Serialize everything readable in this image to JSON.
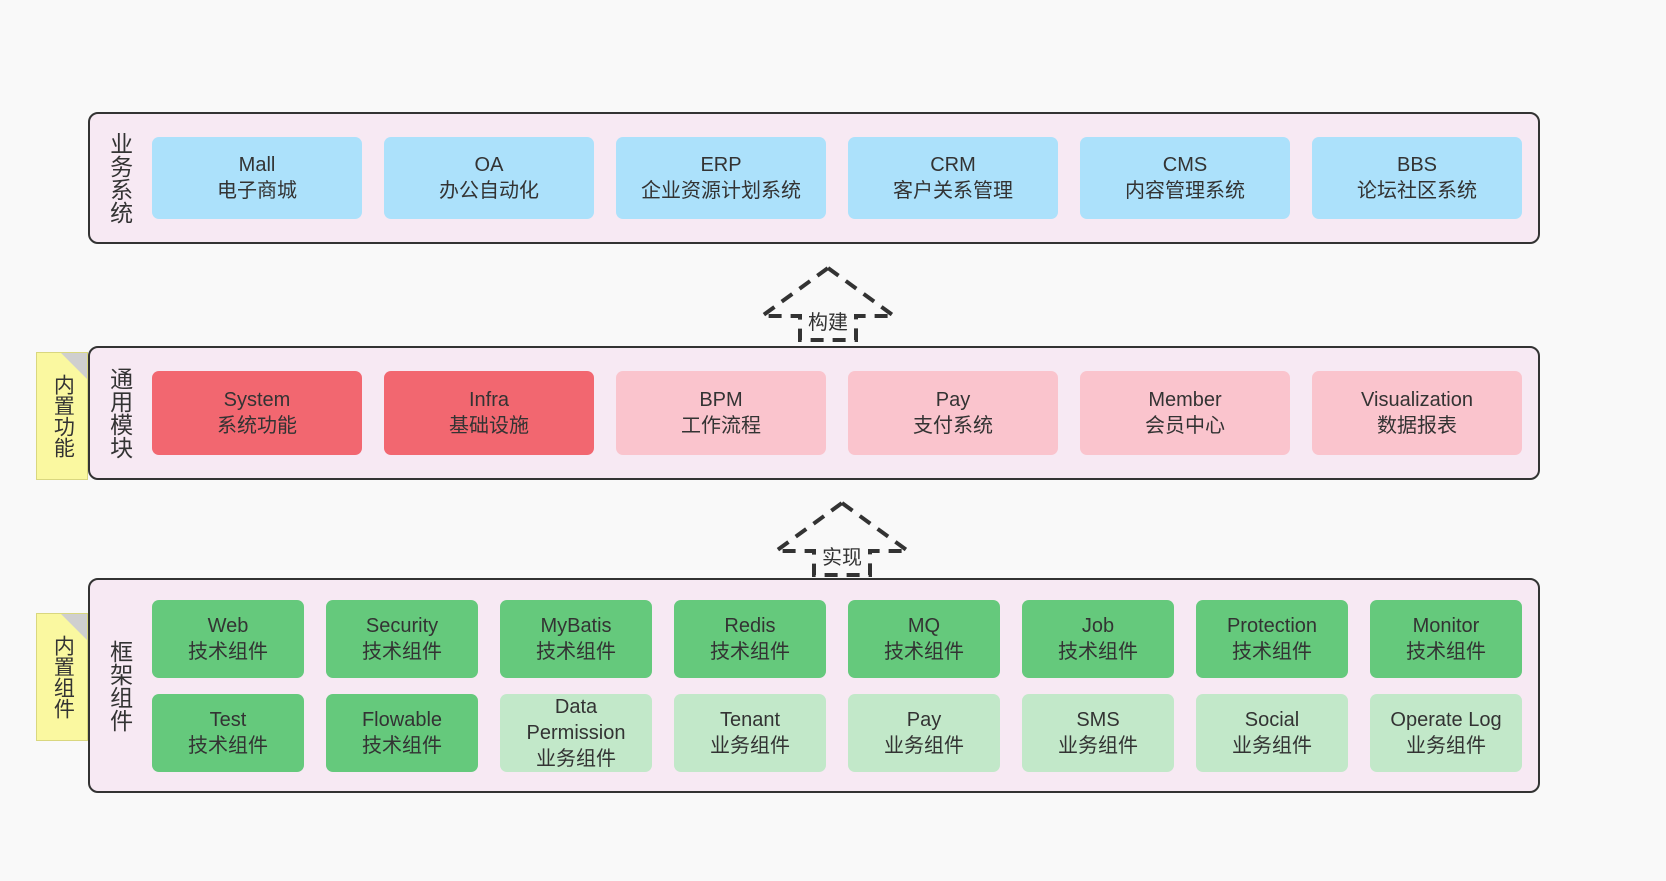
{
  "diagram": {
    "background_color": "#f9f9f9",
    "layer_fill": "#f7e9f3",
    "layer_border": "#333333",
    "colors": {
      "business": "#ace1fb",
      "module_core": "#f26770",
      "module_ext": "#fac4cd",
      "tech_component": "#65c97c",
      "biz_component": "#c2e8c9",
      "note": "#faf8a0"
    }
  },
  "layers": [
    {
      "id": "business-system",
      "label": "业务系统",
      "rows": [
        {
          "boxes": [
            {
              "name": "Mall",
              "sub": "电子商城",
              "color": "c-blue"
            },
            {
              "name": "OA",
              "sub": "办公自动化",
              "color": "c-blue"
            },
            {
              "name": "ERP",
              "sub": "企业资源计划系统",
              "color": "c-blue"
            },
            {
              "name": "CRM",
              "sub": "客户关系管理",
              "color": "c-blue"
            },
            {
              "name": "CMS",
              "sub": "内容管理系统",
              "color": "c-blue"
            },
            {
              "name": "BBS",
              "sub": "论坛社区系统",
              "color": "c-blue"
            }
          ]
        }
      ]
    },
    {
      "id": "common-module",
      "label": "通用模块",
      "note": "内置功能",
      "rows": [
        {
          "boxes": [
            {
              "name": "System",
              "sub": "系统功能",
              "color": "c-red"
            },
            {
              "name": "Infra",
              "sub": "基础设施",
              "color": "c-red"
            },
            {
              "name": "BPM",
              "sub": "工作流程",
              "color": "c-pink"
            },
            {
              "name": "Pay",
              "sub": "支付系统",
              "color": "c-pink"
            },
            {
              "name": "Member",
              "sub": "会员中心",
              "color": "c-pink"
            },
            {
              "name": "Visualization",
              "sub": "数据报表",
              "color": "c-pink"
            }
          ]
        }
      ]
    },
    {
      "id": "framework-component",
      "label": "框架组件",
      "note": "内置组件",
      "rows": [
        {
          "boxes": [
            {
              "name": "Web",
              "sub": "技术组件",
              "color": "c-green"
            },
            {
              "name": "Security",
              "sub": "技术组件",
              "color": "c-green"
            },
            {
              "name": "MyBatis",
              "sub": "技术组件",
              "color": "c-green"
            },
            {
              "name": "Redis",
              "sub": "技术组件",
              "color": "c-green"
            },
            {
              "name": "MQ",
              "sub": "技术组件",
              "color": "c-green"
            },
            {
              "name": "Job",
              "sub": "技术组件",
              "color": "c-green"
            },
            {
              "name": "Protection",
              "sub": "技术组件",
              "color": "c-green"
            },
            {
              "name": "Monitor",
              "sub": "技术组件",
              "color": "c-green"
            }
          ]
        },
        {
          "boxes": [
            {
              "name": "Test",
              "sub": "技术组件",
              "color": "c-green"
            },
            {
              "name": "Flowable",
              "sub": "技术组件",
              "color": "c-green"
            },
            {
              "name": "Data Permission",
              "sub": "业务组件",
              "color": "c-lightgreen",
              "wrap": true
            },
            {
              "name": "Tenant",
              "sub": "业务组件",
              "color": "c-lightgreen"
            },
            {
              "name": "Pay",
              "sub": "业务组件",
              "color": "c-lightgreen"
            },
            {
              "name": "SMS",
              "sub": "业务组件",
              "color": "c-lightgreen"
            },
            {
              "name": "Social",
              "sub": "业务组件",
              "color": "c-lightgreen"
            },
            {
              "name": "Operate Log",
              "sub": "业务组件",
              "color": "c-lightgreen"
            }
          ]
        }
      ]
    }
  ],
  "connectors": [
    {
      "id": "build",
      "label": "构建",
      "style": "dashed-hollow-arrow-up"
    },
    {
      "id": "implement",
      "label": "实现",
      "style": "dashed-hollow-arrow-up"
    }
  ]
}
